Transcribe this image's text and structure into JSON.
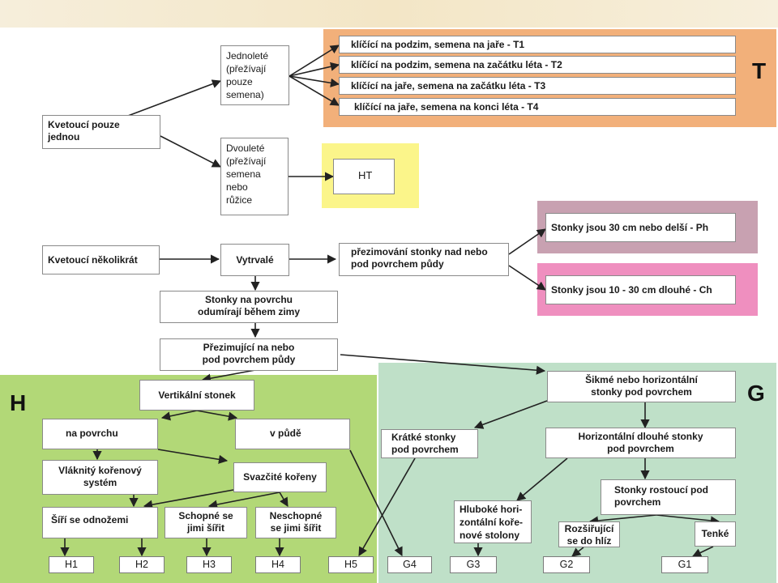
{
  "region_labels": {
    "T": "T",
    "H": "H",
    "G": "G"
  },
  "boxes": {
    "kvetouci_jednou": "Kvetoucí pouze\njednou",
    "jednolete": "Jednoleté\n(přežívají\npouze\nsemena)",
    "dvoulete": "Dvouleté\n(přežívají\nsemena\nnebo\nrůžice",
    "T1": "klíčící na podzim, semena na jaře - T1",
    "T2": "klíčící na podzim, semena na začátku léta - T2",
    "T3": "klíčící na jaře, semena na začátku léta - T3",
    "T4": "klíčící na jaře, semena na konci léta - T4",
    "HT": "HT",
    "kvetouci_nekolikrat": "Kvetoucí několikrát",
    "vytrvale": "Vytrvalé",
    "prezimovani": "přezimování stonky nad nebo\npod povrchem půdy",
    "Ph": "Stonky jsou 30 cm nebo delší - Ph",
    "Ch": "Stonky jsou 10 - 30 cm dlouhé - Ch",
    "stonky_odumiraji": "Stonky na povrchu\nodumírají během zimy",
    "prezimujici": "Přezimující na nebo\npod povrchem půdy",
    "vertikalni": "Vertikální stonek",
    "na_povrchu": "na povrchu",
    "v_pude": "v půdě",
    "vlaknity": "Vláknitý kořenový\nsystém",
    "svazcite": "Svazčité kořeny",
    "siri": "Šíří se odnožemi",
    "schopne": "Schopné se\njimi šířit",
    "neschopne": "Neschopné\nse jimi šířit",
    "sikme": "Šikmé nebo horizontální\nstonky pod povrchem",
    "kratke": "Krátké stonky\npod povrchem",
    "horiz_dlouhe": "Horizontální dlouhé stonky\npod povrchem",
    "rostouci": "Stonky rostoucí pod\npovrchem",
    "hluboke": "Hluboké hori-\nzontální koře-\nnové stolony",
    "rozsirujici": "Rozšiřující\nse do hlíz",
    "tenke": "Tenké"
  },
  "leaves": {
    "H1": "H1",
    "H2": "H2",
    "H3": "H3",
    "H4": "H4",
    "H5": "H5",
    "G4": "G4",
    "G3": "G3",
    "G2": "G2",
    "G1": "G1"
  },
  "colors": {
    "T_region": "#f2b07a",
    "HT_region": "#fbf58a",
    "Ph_region": "#c8a1b1",
    "Ch_region": "#ef8fbf",
    "H_region": "#b2d877",
    "G_region": "#bfe0c8",
    "arrow": "#222222"
  }
}
